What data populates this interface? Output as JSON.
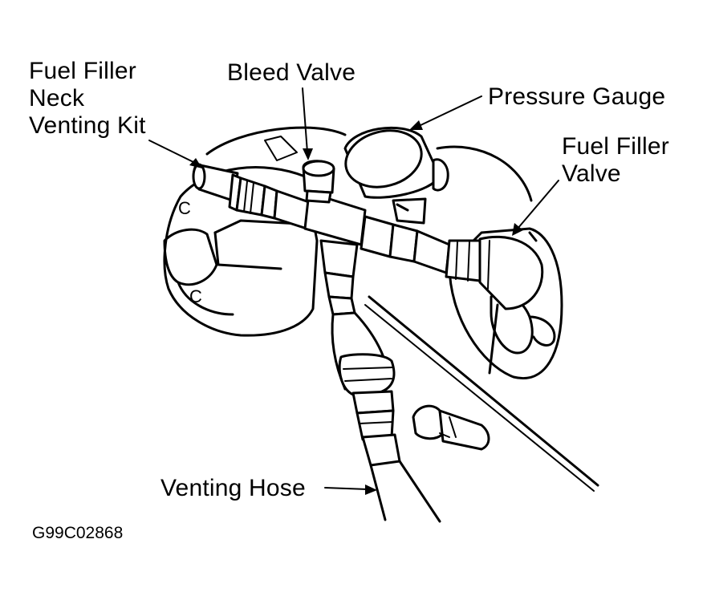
{
  "labels": {
    "fuel_filler_neck_venting_kit": [
      "Fuel Filler",
      "Neck",
      "Venting Kit"
    ],
    "bleed_valve": "Bleed Valve",
    "pressure_gauge": "Pressure Gauge",
    "fuel_filler_valve": [
      "Fuel Filler",
      "Valve"
    ],
    "venting_hose": "Venting Hose"
  },
  "figure_code": "G99C02868",
  "housing_marks": [
    "C",
    "C"
  ],
  "colors": {
    "ink": "#000000",
    "paper": "#ffffff"
  }
}
